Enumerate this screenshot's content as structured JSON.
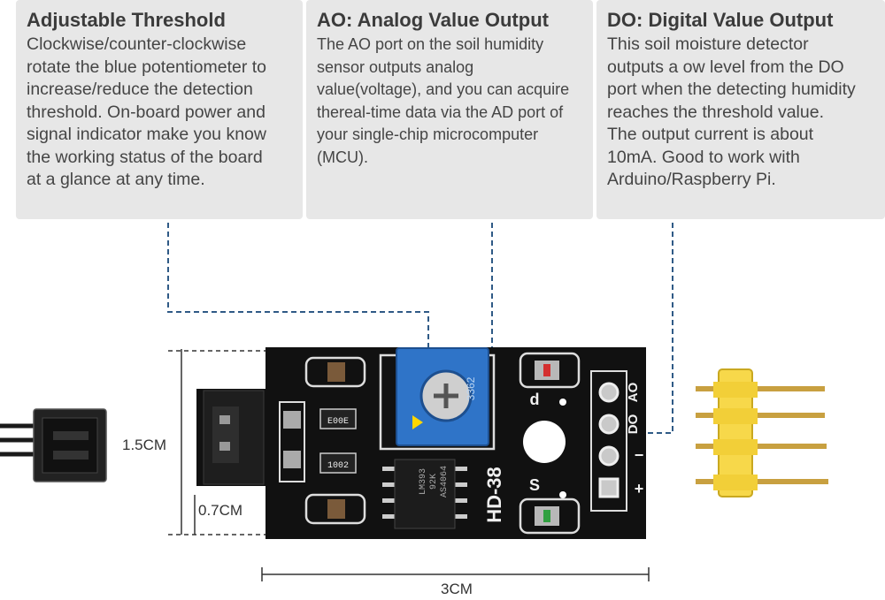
{
  "panels": [
    {
      "title": "Adjustable Threshold",
      "lines": [
        "Clockwise/counter-clockwise",
        "rotate the blue potentiometer to",
        "increase/reduce the detection",
        "threshold. On-board power and",
        "signal indicator make you know",
        "the working status of the board",
        "at a glance at any time."
      ]
    },
    {
      "title": "AO: Analog Value Output",
      "lines": [
        "The AO port on the soil humidity",
        "sensor outputs analog",
        "value(voltage), and you can acquire",
        "thereal-time data via the AD port of",
        "your single-chip microcomputer",
        "(MCU)."
      ]
    },
    {
      "title": "DO: Digital Value Output",
      "lines": [
        "This soil moisture detector",
        "outputs a ow level from the DO",
        "port when the detecting humidity",
        "reaches the threshold value.",
        "The output current is about",
        "10mA. Good to work with",
        "Arduino/Raspberry Pi."
      ]
    }
  ],
  "dimensions": {
    "height": "1.5CM",
    "connector_width": "0.7CM",
    "length": "3CM"
  },
  "board": {
    "model": "HD-38",
    "chip_line1": "LM393",
    "chip_line2": "92K",
    "chip_line3": "AS4064",
    "resistor_1": "E00E",
    "resistor_2": "1002",
    "pot_label": "3362",
    "led_label_top": "d",
    "led_label_bottom": "S",
    "pins": [
      "AO",
      "DO",
      "−",
      "+"
    ]
  }
}
